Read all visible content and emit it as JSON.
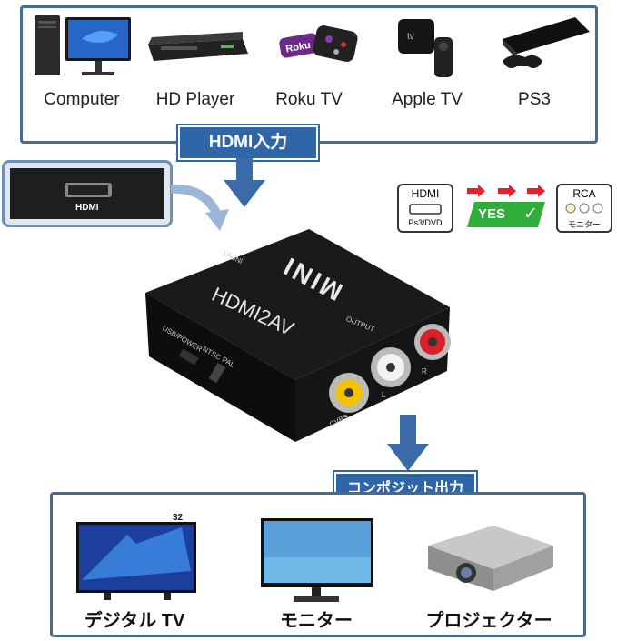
{
  "sources": [
    {
      "label": "Computer",
      "icon": "computer-icon"
    },
    {
      "label": "HD Player",
      "icon": "dvd-player-icon"
    },
    {
      "label": "Roku TV",
      "icon": "roku-stick-icon"
    },
    {
      "label": "Apple TV",
      "icon": "apple-tv-icon"
    },
    {
      "label": "PS3",
      "icon": "ps3-console-icon"
    }
  ],
  "input_banner": "HDMI入力",
  "output_banner": "コンポジット出力",
  "hdmi_port_label": "HDMI",
  "legend": {
    "hdmi_box_title": "HDMI",
    "hdmi_box_sub": "Ps3/DVD",
    "yes_label": "YES",
    "check_mark": "✓",
    "rca_box_title": "RCA",
    "rca_box_sub": "モニター"
  },
  "device": {
    "brand": "MINI",
    "model": "HDMI2AV",
    "input_label": "INPUT",
    "output_label": "OUTPUT",
    "usb_label": "USB/POWER",
    "ntsc_label": "NTSC",
    "pal_label": "PAL",
    "cvbs_label": "CVBS",
    "l_label": "L",
    "r_label": "R"
  },
  "outputs": [
    {
      "label": "デジタル TV",
      "icon": "digital-tv-icon",
      "badge": "32"
    },
    {
      "label": "モニター",
      "icon": "monitor-icon"
    },
    {
      "label": "プロジェクター",
      "icon": "projector-icon"
    }
  ],
  "colors": {
    "panel_border": "#4a6a8c",
    "banner": "#2f66a8",
    "arrow": "#3a6aa8",
    "yes_green": "#2fae3a",
    "red_arrow": "#e0242a",
    "rca_yellow": "#f2c200",
    "rca_white": "#f2f2f2",
    "rca_red": "#d8202a"
  }
}
